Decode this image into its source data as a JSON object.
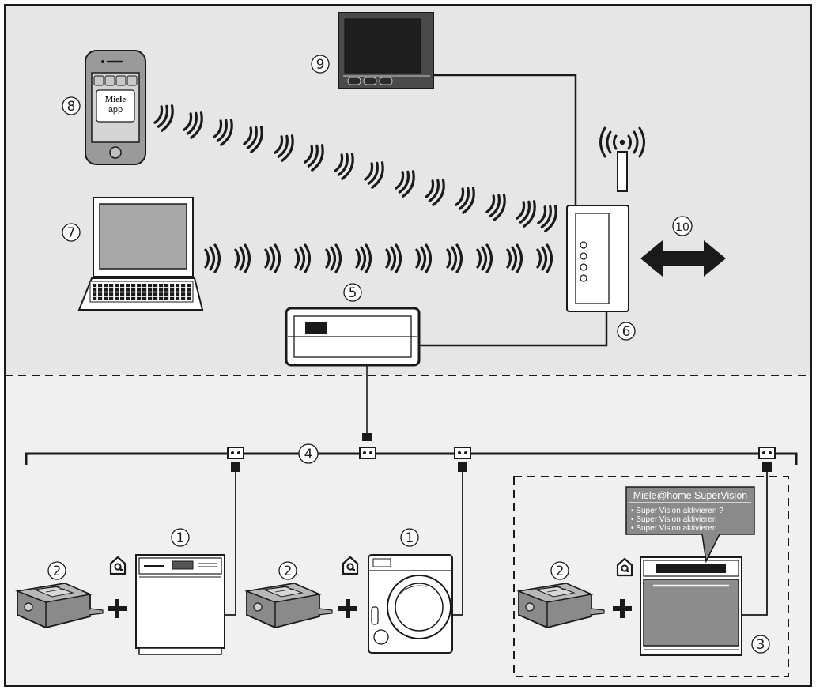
{
  "labels": {
    "n1_dishwasher": "1",
    "n1_washer": "1",
    "n2_left": "2",
    "n2_mid": "2",
    "n2_right": "2",
    "n3": "3",
    "n4": "4",
    "n5": "5",
    "n6": "6",
    "n7": "7",
    "n8": "8",
    "n9": "9",
    "n10": "10"
  },
  "phone_app": {
    "brand": "Miele",
    "app": "app"
  },
  "supervision_popup": {
    "title": "Miele@home SuperVision",
    "lines": [
      "• Super Vision aktivieren ?",
      "• Super Vision aktivieren",
      "• Super Vision aktivieren"
    ]
  },
  "plus_symbol": "+",
  "colors": {
    "upper_bg": "#e6e6e6",
    "lower_bg": "#f0f0f0",
    "line": "#1a1a1a",
    "device_gray": "#8d8d8d",
    "screen_gray": "#a6a6a6",
    "popup_bg": "#8a8a8a"
  }
}
